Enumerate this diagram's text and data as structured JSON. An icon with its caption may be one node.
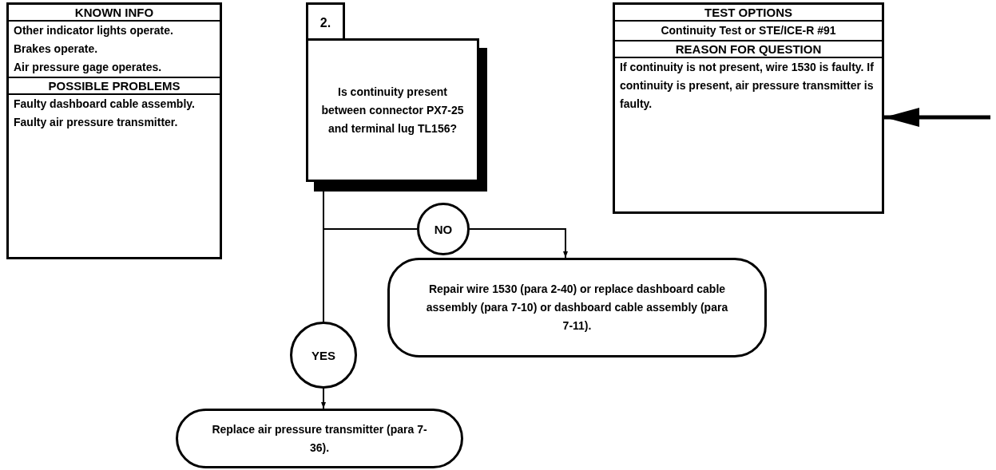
{
  "diagram": {
    "nodes": [
      {
        "text": [
          "KNOWN INFO",
          "Other indicator lights operate.",
          "Brakes operate.",
          "Air pressure gage operates.",
          "POSSIBLE PROBLEMS",
          "Faulty dashboard cable assembly.",
          "Faulty air pressure transmitter."
        ]
      },
      {
        "text": [
          "2.",
          "Is continuity present between connector PX7-25 and terminal lug TL156?"
        ]
      },
      {
        "text": [
          "TEST OPTIONS",
          "Continuity Test or STE/ICE-R #91",
          "REASON FOR QUESTION",
          "If continuity is not present, wire 1530 is faulty.  If continuity is present, air pressure transmitter is faulty."
        ]
      },
      {
        "text": [
          "NO"
        ]
      },
      {
        "text": [
          "Repair wire 1530 (para 2-40) or replace dashboard cable assembly (para 7-10) or dashboard cable assembly (para 7-11)."
        ]
      },
      {
        "text": [
          "YES"
        ]
      },
      {
        "text": [
          "Replace air pressure transmitter (para 7-36)."
        ]
      }
    ],
    "edges": [
      {
        "from": 1,
        "to": 3,
        "arrow": "none"
      },
      {
        "from": 3,
        "to": 4,
        "arrow": "to"
      },
      {
        "from": 1,
        "to": 5,
        "arrow": "none"
      },
      {
        "from": 5,
        "to": 6,
        "arrow": "to"
      },
      {
        "from": null,
        "to": 2,
        "arrow": "to",
        "style": "thick"
      }
    ]
  }
}
